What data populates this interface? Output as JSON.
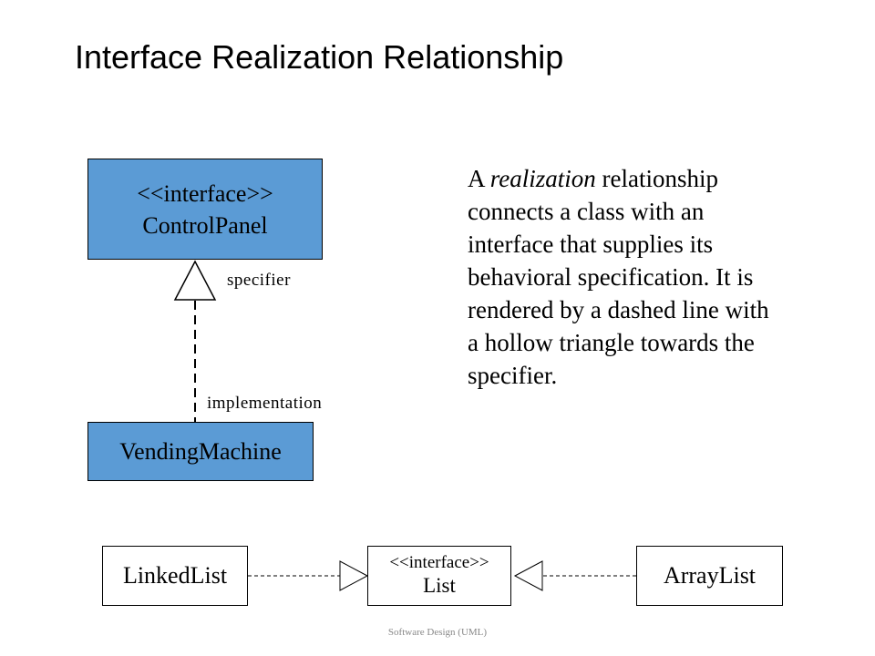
{
  "slide": {
    "title": "Interface Realization Relationship",
    "footer": "Software Design (UML)"
  },
  "top_diagram": {
    "interface": {
      "stereotype": "<<interface>>",
      "name": "ControlPanel"
    },
    "class": {
      "name": "VendingMachine"
    },
    "label_specifier": "specifier",
    "label_implementation": "implementation"
  },
  "description": {
    "prefix": "A ",
    "emphasis": "realization",
    "rest": " relationship\nconnects a class with an\ninterface that supplies its\nbehavioral specification. It is\nrendered by a dashed line with\na hollow triangle towards the\nspecifier."
  },
  "bottom_diagram": {
    "left_class": "LinkedList",
    "interface": {
      "stereotype": "<<interface>>",
      "name": "List"
    },
    "right_class": "ArrayList"
  },
  "colors": {
    "interface_fill": "#5b9bd5",
    "class_fill": "#5b9bd5",
    "line": "#000000"
  }
}
